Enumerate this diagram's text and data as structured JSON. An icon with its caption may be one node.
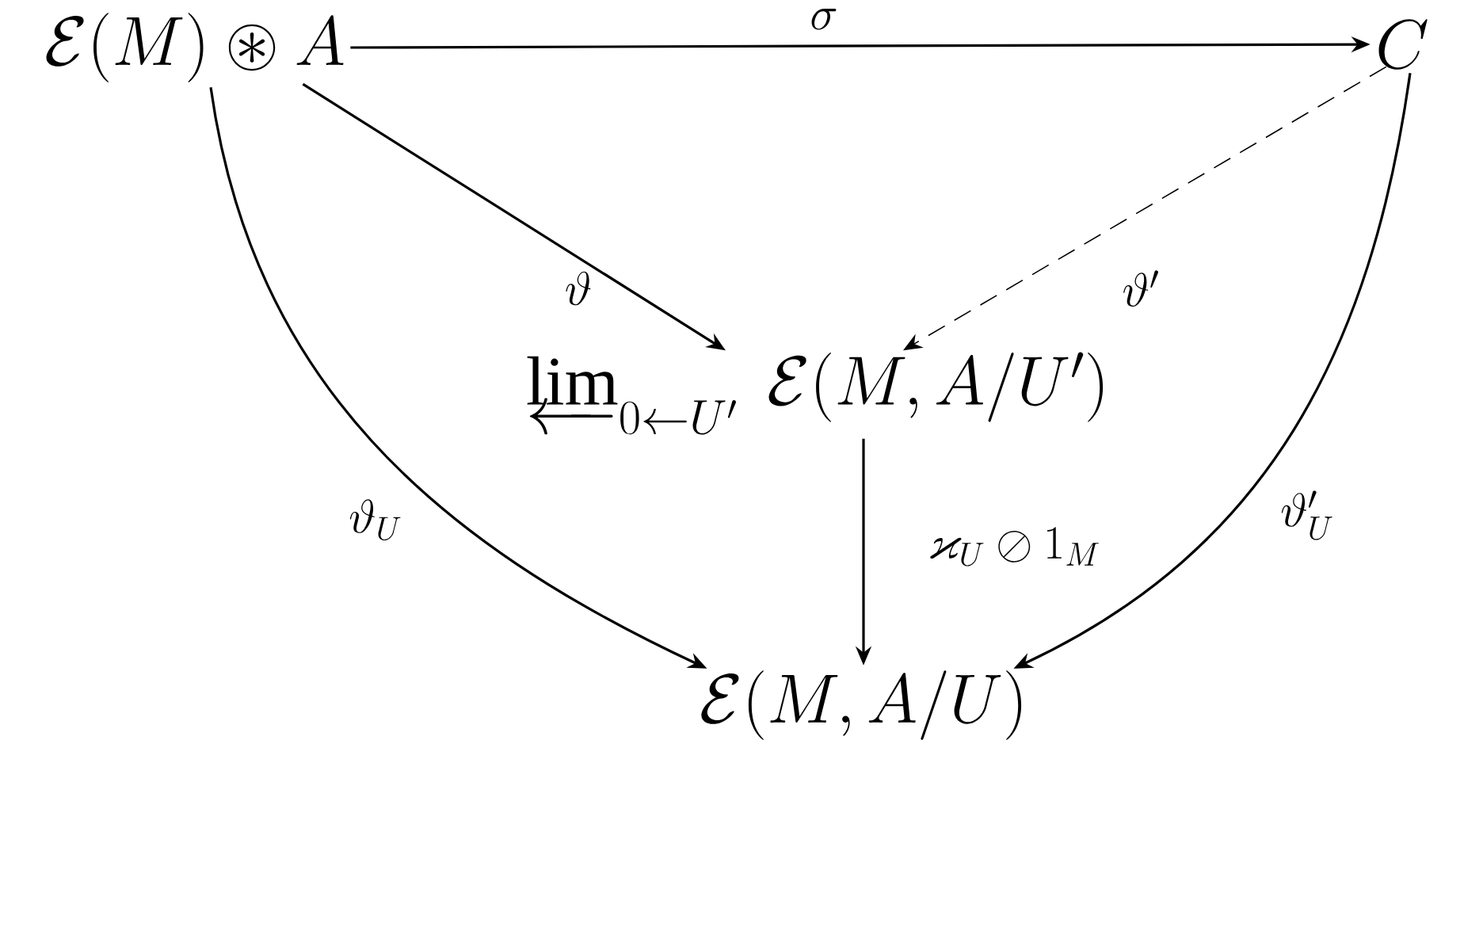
{
  "diagram": {
    "nodes": [
      {
        "text": [
          "\\mathcal{E}(M)\\circledast A"
        ]
      },
      {
        "text": [
          "C"
        ]
      },
      {
        "text": [
          "\\varprojlim_{0\\leftarrow U'}\\ \\mathcal{E}(M, A/U')"
        ]
      },
      {
        "text": [
          "\\mathcal{E}(M, A/U)"
        ]
      }
    ],
    "edges": [
      {
        "from": 0,
        "to": 1,
        "arrow": "to",
        "label": "\\sigma"
      },
      {
        "from": 0,
        "to": 2,
        "arrow": "to",
        "label": "\\vartheta"
      },
      {
        "from": 1,
        "to": 2,
        "arrow": "to",
        "label": "\\vartheta'",
        "style": "dashed"
      },
      {
        "from": 0,
        "to": 3,
        "arrow": "to",
        "label": "\\vartheta_U"
      },
      {
        "from": 2,
        "to": 3,
        "arrow": "to",
        "label": "\\varkappa_U\\oslash 1_M"
      },
      {
        "from": 1,
        "to": 3,
        "arrow": "to",
        "label": "\\vartheta'_U"
      }
    ]
  }
}
